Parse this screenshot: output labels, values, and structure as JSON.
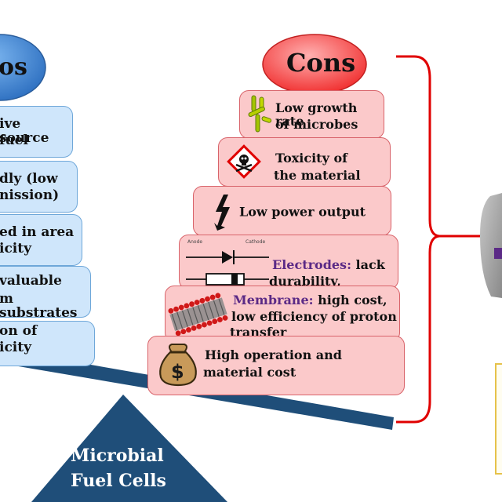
{
  "pros": {
    "header": "os",
    "items": [
      {
        "l1": "ive source",
        "l2": "fuel"
      },
      {
        "l1": "dly (low",
        "l2": "nission)"
      },
      {
        "l1": "ed in area",
        "l2": "icity"
      },
      {
        "l1": "valuable",
        "l2": "m substrates"
      },
      {
        "l1": "on of",
        "l2": "icity"
      }
    ]
  },
  "cons": {
    "header": "Cons",
    "items": [
      {
        "l1": "Low growth rate",
        "l2": "of microbes",
        "icon": "bacteria-icon"
      },
      {
        "l1": "Toxicity of",
        "l2": "the material",
        "icon": "skull-hazard-icon"
      },
      {
        "l1": "Low power output",
        "icon": "lightning-icon"
      },
      {
        "key": "Electrodes:",
        "l1_rest": " lack",
        "l2": "durability, strength",
        "icon": "circuit-diode-icon",
        "circuit_labels": {
          "anode": "Anode",
          "cathode": "Cathode"
        }
      },
      {
        "key": "Membrane:",
        "l1_rest": " high cost,",
        "l2": "low efficiency of proton",
        "l3": "transfer",
        "icon": "membrane-icon"
      },
      {
        "l1": "High operation and",
        "l2": "material cost",
        "icon": "money-bag-icon"
      }
    ]
  },
  "fulcrum": {
    "l1": "Microbial",
    "l2": "Fuel Cells"
  },
  "colors": {
    "pro_fill": "#cfe6fb",
    "pro_border": "#6ea7d9",
    "con_fill": "#fbc9ca",
    "con_border": "#d8636a",
    "beam": "#1f4e79",
    "bracket": "#e00000",
    "accent_text": "#5b2a86"
  }
}
